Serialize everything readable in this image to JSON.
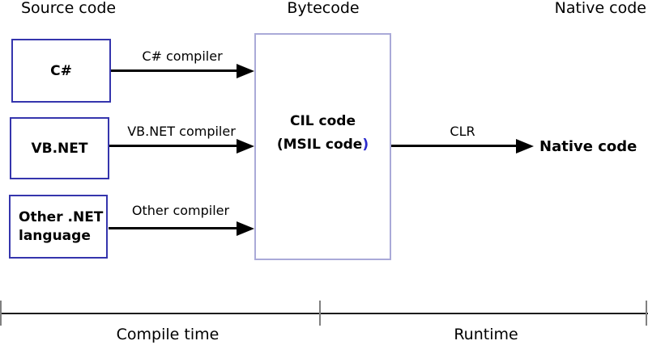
{
  "diagram": {
    "headers": {
      "source_code": "Source code",
      "bytecode": "Bytecode",
      "native_code": "Native code"
    },
    "nodes": {
      "csharp": {
        "label": "C#"
      },
      "vbnet": {
        "label": "VB.NET"
      },
      "other": {
        "lines": [
          "Other .NET",
          "language"
        ]
      },
      "cil": {
        "line1": "CIL code",
        "line2_main": "(MSIL code",
        "line2_paren": ")"
      },
      "native": {
        "label": "Native code"
      }
    },
    "arrows": {
      "csharp_compiler": {
        "label": "C# compiler"
      },
      "vbnet_compiler": {
        "label": "VB.NET compiler"
      },
      "other_compiler": {
        "label": "Other compiler"
      },
      "clr": {
        "label": "CLR"
      }
    },
    "timeline": {
      "compile_time": "Compile time",
      "runtime": "Runtime"
    },
    "colors": {
      "source_box_border": "#3535ad",
      "cil_box_border": "#aaaad8",
      "arrow_black": "#000000",
      "closing_paren_blue": "#2a2acc",
      "tick_gray": "#808080"
    }
  }
}
